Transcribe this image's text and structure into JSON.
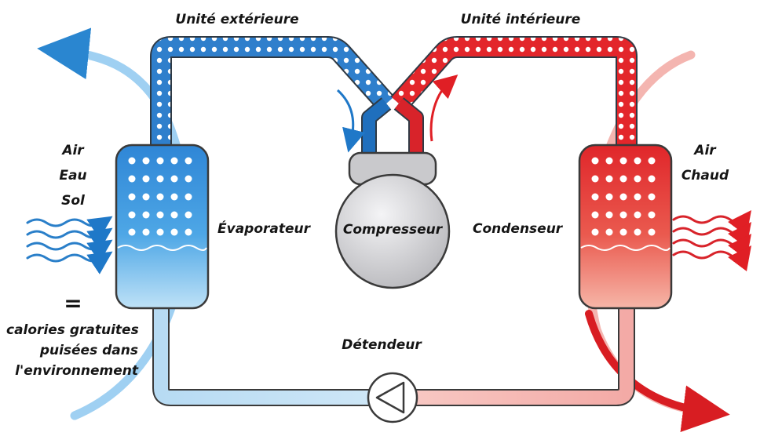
{
  "labels": {
    "outdoor_unit": "Unité extérieure",
    "indoor_unit": "Unité intérieure",
    "evaporator": "Évaporateur",
    "compressor": "Compresseur",
    "condenser": "Condenseur",
    "expansion_valve": "Détendeur",
    "sources": [
      "Air",
      "Eau",
      "Sol"
    ],
    "output": [
      "Air",
      "Chaud"
    ],
    "equals": "=",
    "calories": [
      "calories gratuites",
      "puisées dans",
      "l'environnement"
    ]
  },
  "colors": {
    "cold": "#1f78c8",
    "cold_light": "#a9d4f2",
    "hot": "#e01f25",
    "hot_light": "#f7b1ae",
    "compressor": "#cfcfd2",
    "outline": "#3a3a3a"
  },
  "icons": {
    "compressor": "sphere-compressor-icon",
    "expansion_valve": "triangle-valve-icon"
  }
}
